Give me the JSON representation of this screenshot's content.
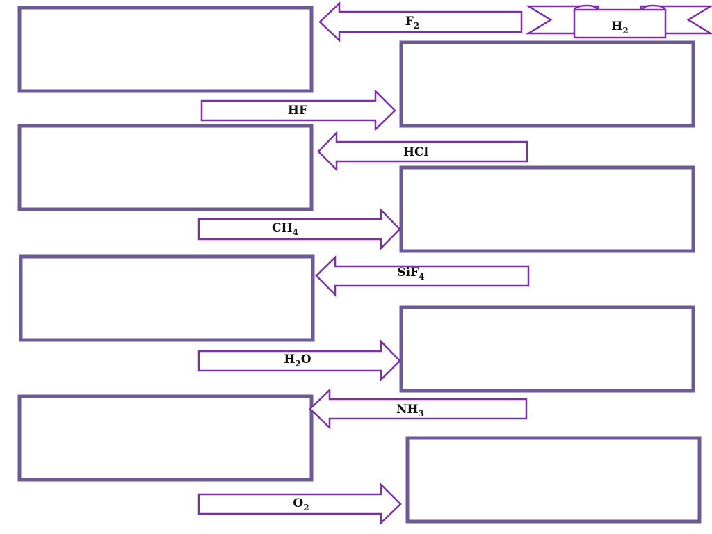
{
  "banner": {
    "base": "H",
    "sub": "2"
  },
  "arrows": [
    {
      "base": "F",
      "sub": "2"
    },
    {
      "base": "HF",
      "sub": ""
    },
    {
      "base": "HCl",
      "sub": ""
    },
    {
      "base": "CH",
      "sub": "4"
    },
    {
      "base": "SiF",
      "sub": "4"
    },
    {
      "base": "H",
      "sub": "2",
      "tail": "O"
    },
    {
      "base": "NH",
      "sub": "3"
    },
    {
      "base": "O",
      "sub": "2"
    }
  ]
}
